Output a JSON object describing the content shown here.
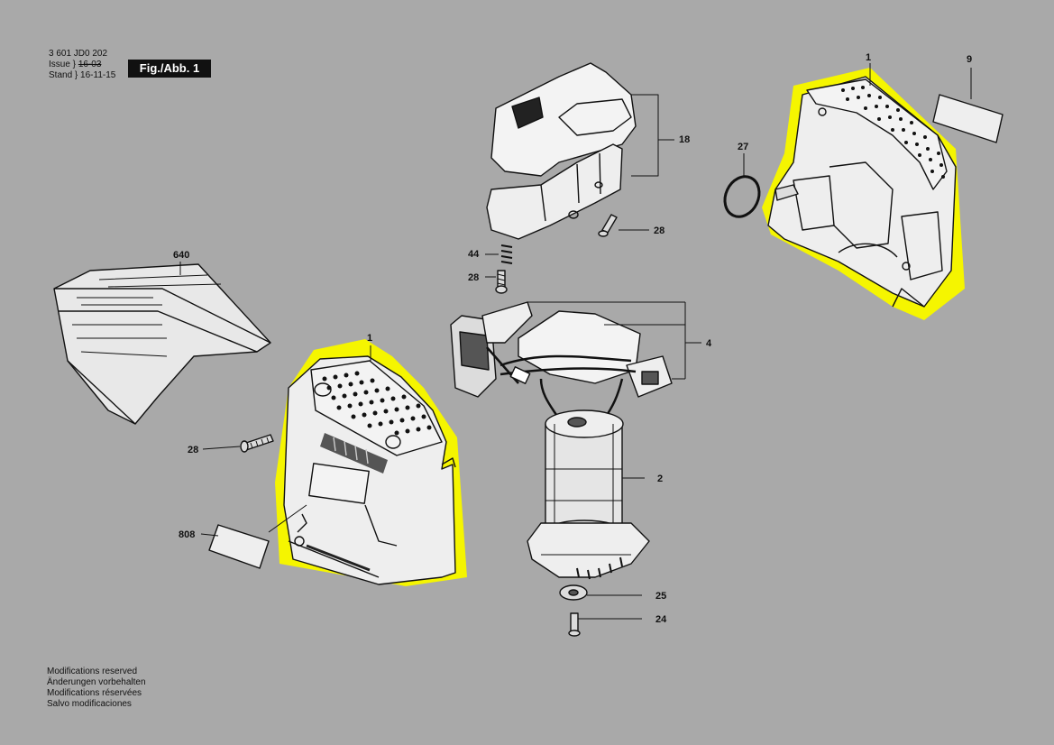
{
  "header": {
    "part_number": "3 601 JD0 202",
    "issue_label": "Issue",
    "issue_value": "16-03",
    "stand_label": "Stand",
    "stand_value": "16-11-15",
    "figure_label": "Fig./Abb. 1"
  },
  "notes": [
    "Modifications reserved",
    "Änderungen vorbehalten",
    "Modifications réservées",
    "Salvo modificaciones"
  ],
  "callouts": {
    "c1_top": "1",
    "c1_left": "1",
    "c2": "2",
    "c4": "4",
    "c9": "9",
    "c18": "18",
    "c24": "24",
    "c25": "25",
    "c27": "27",
    "c28_top_right": "28",
    "c28_mid": "28",
    "c28_left": "28",
    "c44": "44",
    "c640": "640",
    "c808": "808"
  },
  "colors": {
    "background": "#a9a9a9",
    "highlight": "#f5f500",
    "line": "#111111"
  }
}
